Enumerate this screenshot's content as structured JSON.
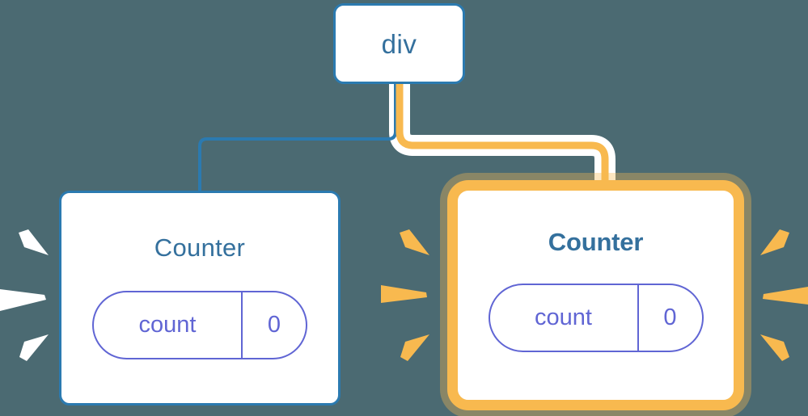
{
  "theme": {
    "background": "#4b6a72",
    "node_border_blue": "#2b7ab0",
    "title_blue": "#34709d",
    "state_purple": "#6065d4",
    "highlight_orange": "#f8b94f",
    "highlight_glow": "#fadfae",
    "wire_blue": "#2b7ab0",
    "wire_halo": "#ffffff",
    "sparkle_white": "#ffffff",
    "sparkle_orange": "#f8b94f",
    "node_fill": "#ffffff"
  },
  "nodes": {
    "root": {
      "label": "div"
    },
    "counter_left": {
      "title": "Counter",
      "state": {
        "key": "count",
        "value": "0"
      },
      "highlighted": "false"
    },
    "counter_right": {
      "title": "Counter",
      "state": {
        "key": "count",
        "value": "0"
      },
      "highlighted": "true"
    }
  },
  "connectors": [
    {
      "name": "div-to-counter-left",
      "color": "#2b7ab0",
      "style": "thin"
    },
    {
      "name": "div-to-counter-right",
      "color": "#f8b94f",
      "style": "thick-halo"
    }
  ],
  "sparkles": {
    "left_group": {
      "color": "#ffffff",
      "count": 3,
      "direction": "right"
    },
    "middle_group": {
      "color": "#f8b94f",
      "count": 3,
      "direction": "right"
    },
    "right_group": {
      "color": "#f8b94f",
      "count": 3,
      "direction": "left"
    }
  }
}
